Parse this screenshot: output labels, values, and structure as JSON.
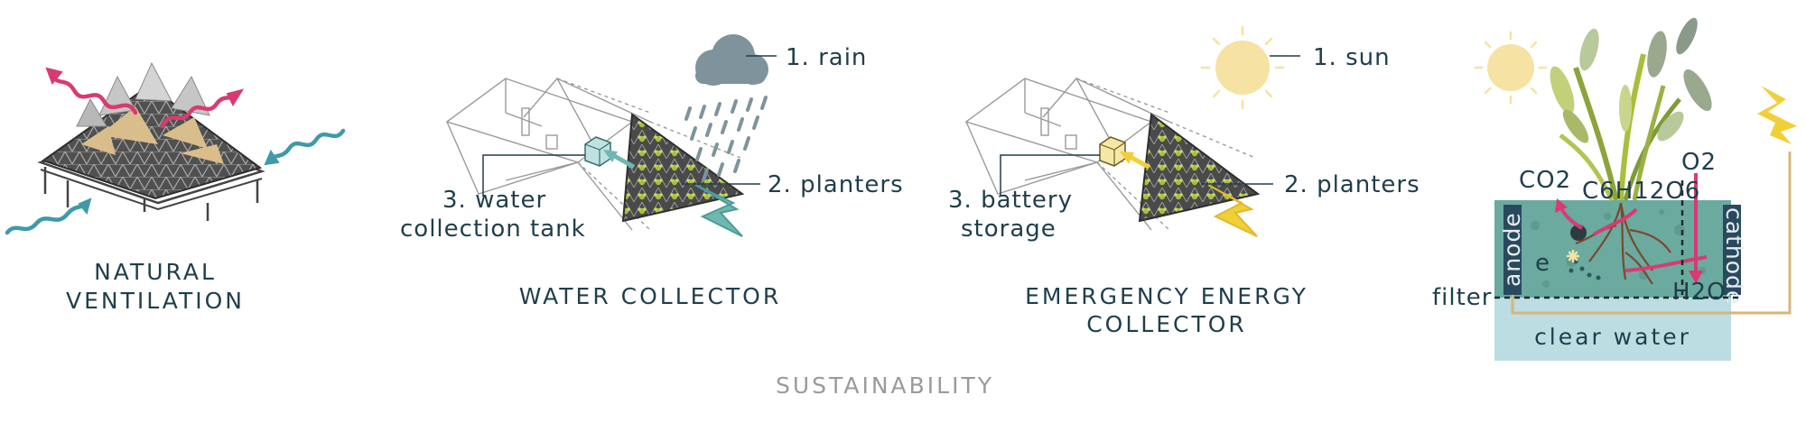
{
  "colors": {
    "navy": "#1f3e4c",
    "grey_text": "#9a9a9a",
    "magenta": "#d93a72",
    "teal": "#3e9aa8",
    "sand": "#d9be8c",
    "sun": "#f6e2a2",
    "cloud": "#7e939c",
    "lightning": "#f1cf37",
    "soil_teal": "#6aaa9f",
    "clear_water": "#bcdde2",
    "planter_green": "#a7bf3a"
  },
  "ventilation": {
    "caption_line1": "NATURAL",
    "caption_line2": "VENTILATION"
  },
  "water": {
    "label_rain": "1. rain",
    "label_planters": "2. planters",
    "label_tank_line1": "3. water",
    "label_tank_line2": "collection tank",
    "caption": "WATER COLLECTOR"
  },
  "energy": {
    "label_sun": "1. sun",
    "label_planters": "2. planters",
    "label_battery_line1": "3. battery",
    "label_battery_line2": "storage",
    "caption_line1": "EMERGENCY ENERGY",
    "caption_line2": "COLLECTOR"
  },
  "cell": {
    "label_co2": "CO2",
    "label_glucose": "C6H12O6",
    "label_o2": "O2",
    "label_anode": "anode",
    "label_cathode": "cathode",
    "label_electron": "e",
    "label_h2o": "H2O",
    "label_filter": "filter",
    "label_clear_water": "clear water"
  },
  "footer": {
    "title": "SUSTAINABILITY"
  }
}
